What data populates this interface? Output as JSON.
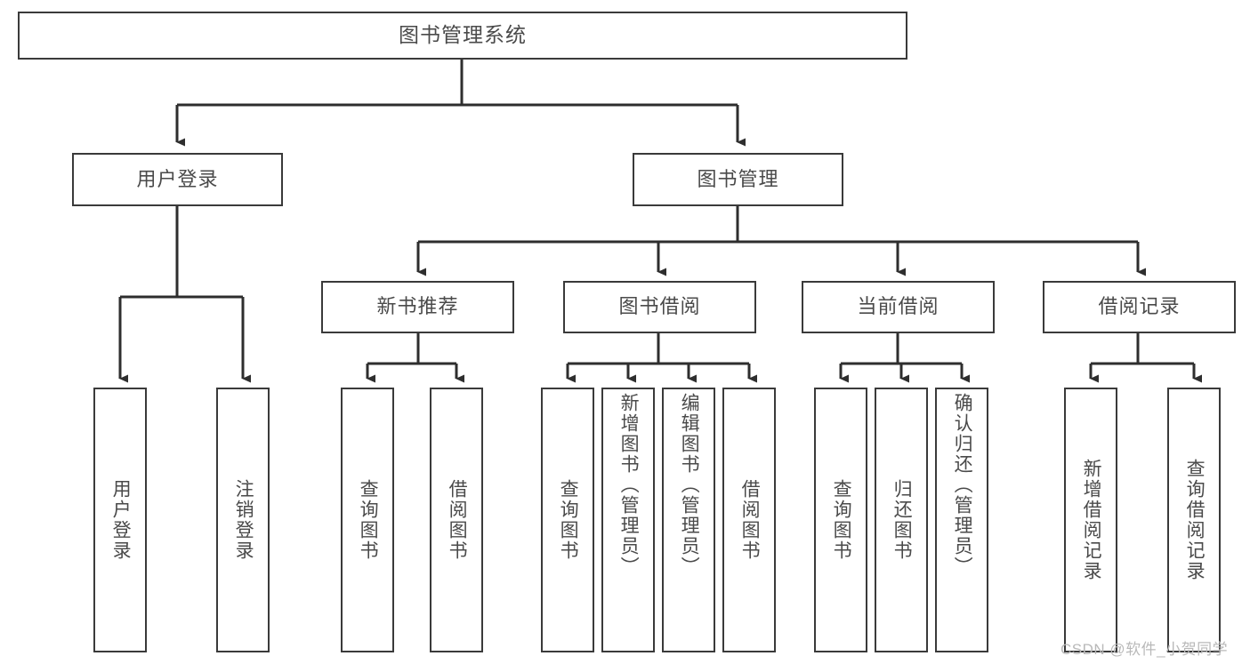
{
  "diagram": {
    "title": "图书管理系统",
    "type": "hierarchy-tree",
    "root": {
      "label": "图书管理系统"
    },
    "level2": [
      {
        "label": "用户登录"
      },
      {
        "label": "图书管理"
      }
    ],
    "level3": [
      {
        "label": "新书推荐"
      },
      {
        "label": "图书借阅"
      },
      {
        "label": "当前借阅"
      },
      {
        "label": "借阅记录"
      }
    ],
    "leaves_user_login": [
      {
        "label": "用户登录"
      },
      {
        "label": "注销登录"
      }
    ],
    "leaves_new_books": [
      {
        "label": "查询图书"
      },
      {
        "label": "借阅图书"
      }
    ],
    "leaves_borrow": [
      {
        "label": "查询图书"
      },
      {
        "label": "新增图书（管理员）"
      },
      {
        "label": "编辑图书（管理员）"
      },
      {
        "label": "借阅图书"
      }
    ],
    "leaves_current": [
      {
        "label": "查询图书"
      },
      {
        "label": "归还图书"
      },
      {
        "label": "确认归还（管理员）"
      }
    ],
    "leaves_records": [
      {
        "label": "新增借阅记录"
      },
      {
        "label": "查询借阅记录"
      }
    ]
  },
  "watermark": {
    "text": "CSDN @软件_小贺同学"
  },
  "colors": {
    "border": "#3a3a3a",
    "text": "#4a4a4a",
    "background": "#ffffff",
    "watermark": "#b9b9b9"
  }
}
